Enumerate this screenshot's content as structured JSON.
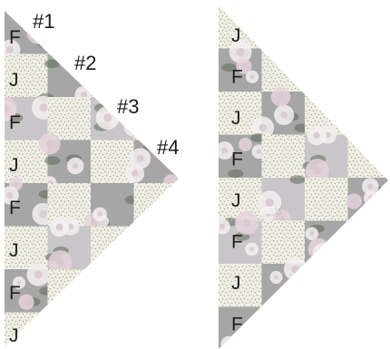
{
  "diagram": {
    "colors": {
      "background": "#ffffff",
      "j_fabric": "#efeee4",
      "j_dots": "#9aa08a",
      "f_fabric": "#a6a6a6",
      "f_fabric_light": "#c8c6c8",
      "petal_white": "#f4eef0",
      "petal_pink": "#e6d2da",
      "leaf": "#5e6a5a",
      "text": "#1a1a1a"
    },
    "left_triangle": {
      "column_letters": [
        "F",
        "J",
        "F",
        "J",
        "F",
        "J",
        "F",
        "J"
      ],
      "row_numbers": [
        "#1",
        "#2",
        "#3",
        "#4"
      ]
    },
    "right_triangle": {
      "column_letters": [
        "J",
        "F",
        "J",
        "F",
        "J",
        "F",
        "J",
        "F"
      ]
    }
  }
}
